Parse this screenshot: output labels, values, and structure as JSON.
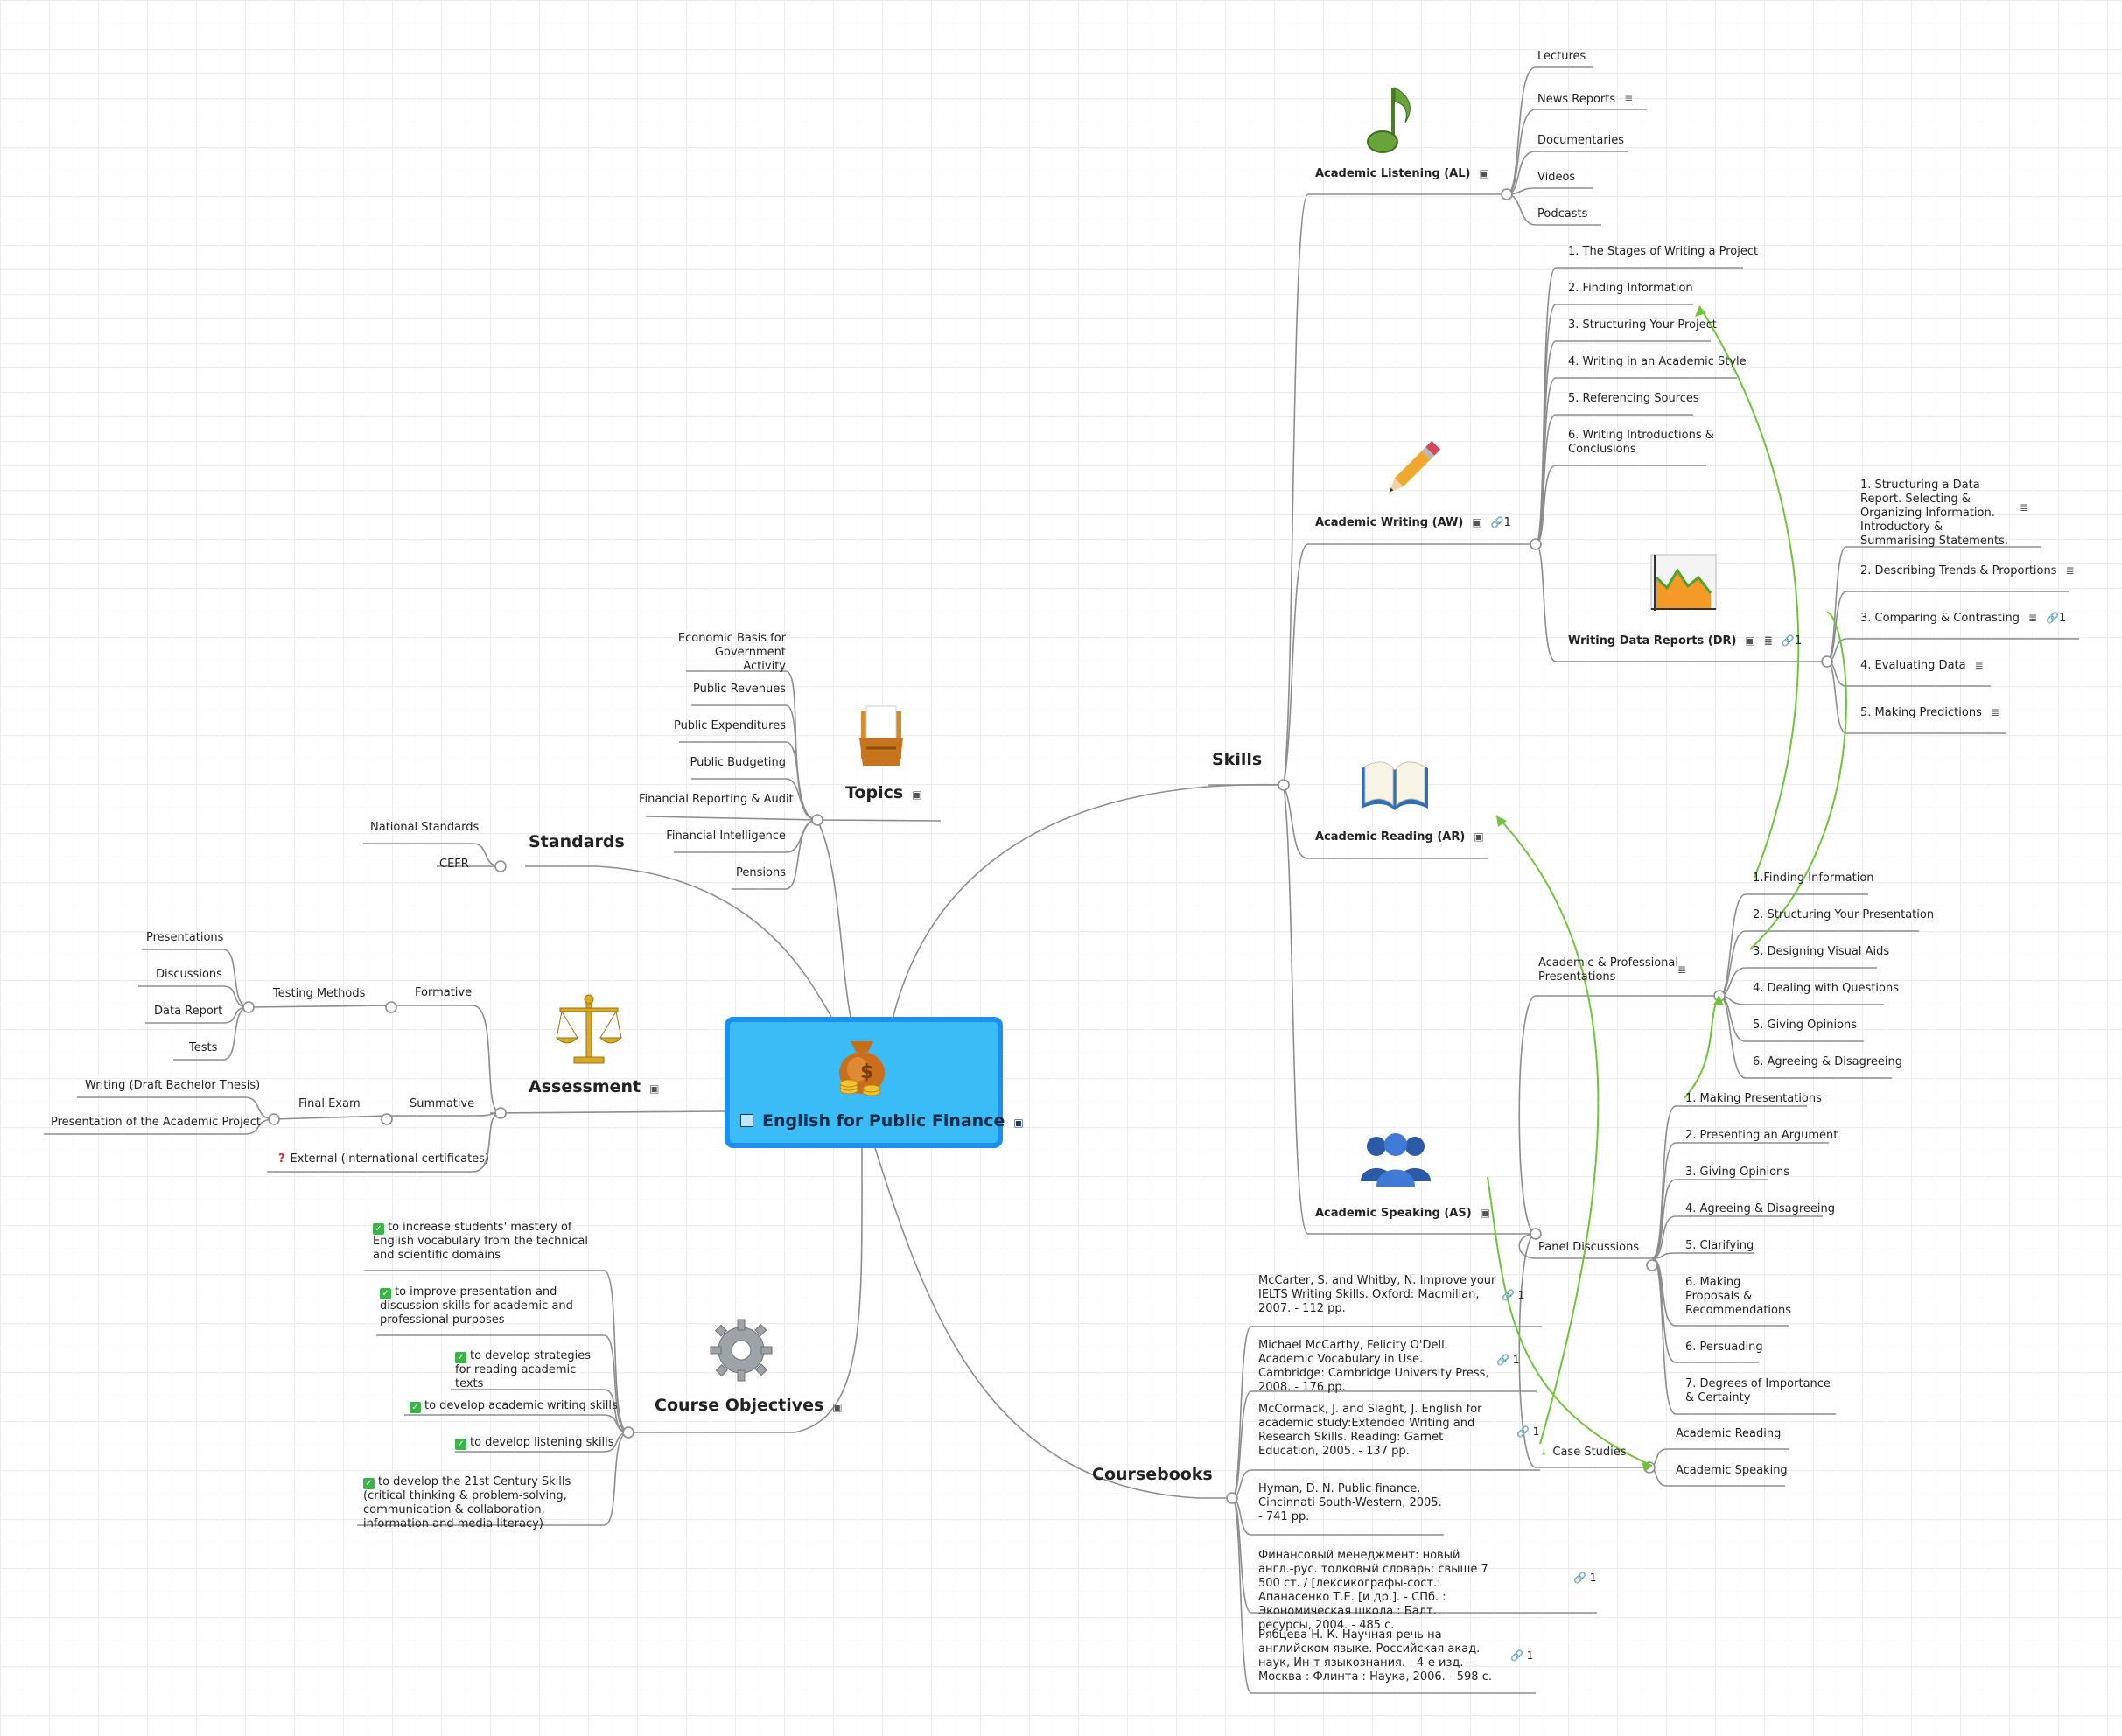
{
  "root": {
    "label": "English for Public Finance"
  },
  "standards": {
    "label": "Standards",
    "items": [
      "National Standards",
      "CEFR"
    ]
  },
  "topics": {
    "label": "Topics",
    "items": [
      "Economic Basis for Government Activity",
      "Public Revenues",
      "Public Expenditures",
      "Public Budgeting",
      "Financial Reporting & Audit",
      "Financial Intelligence",
      "Pensions"
    ]
  },
  "assessment": {
    "label": "Assessment",
    "formative": {
      "label": "Formative",
      "testing_methods": "Testing Methods",
      "items": [
        "Presentations",
        "Discussions",
        "Data Report",
        "Tests"
      ]
    },
    "summative": {
      "label": "Summative",
      "final_exam": "Final Exam",
      "items": [
        "Writing (Draft Bachelor Thesis)",
        "Presentation of the Academic Project"
      ]
    },
    "external": "External (international certificates)"
  },
  "objectives": {
    "label": "Course Objectives",
    "items": [
      "to increase students' mastery of English vocabulary from the technical and scientific domains",
      "to improve presentation and discussion skills for academic and professional purposes",
      "to develop strategies for reading academic texts",
      "to develop academic writing skills",
      "to develop listening skills",
      "to develop the 21st Century Skills (critical thinking & problem-solving, communication & collaboration, information and media literacy)"
    ]
  },
  "skills": {
    "label": "Skills",
    "listening": {
      "label": "Academic Listening (AL)",
      "items": [
        "Lectures",
        "News Reports",
        "Documentaries",
        "Videos",
        "Podcasts"
      ]
    },
    "writing": {
      "label": "Academic Writing (AW)",
      "link_count": "1",
      "items": [
        "1. The Stages of Writing a Project",
        "2. Finding Information",
        "3. Structuring Your Project",
        "4. Writing in an Academic Style",
        "5. Referencing Sources",
        "6. Writing Introductions & Conclusions"
      ],
      "data_reports": {
        "label": "Writing Data Reports (DR)",
        "link_count": "1",
        "items": [
          "1. Structuring a Data Report. Selecting & Organizing Information. Introductory & Summarising Statements.",
          "2. Describing Trends & Proportions",
          "3. Comparing & Contrasting",
          "4. Evaluating Data",
          "5. Making Predictions"
        ],
        "comparing_link_count": "1"
      }
    },
    "reading": {
      "label": "Academic Reading (AR)"
    },
    "speaking": {
      "label": "Academic Speaking (AS)",
      "presentations": {
        "label": "Academic & Professional Presentations",
        "items": [
          "1.Finding Information",
          "2. Structuring Your Presentation",
          "3. Designing Visual Aids",
          "4. Dealing with Questions",
          "5. Giving Opinions",
          "6. Agreeing & Disagreeing"
        ]
      },
      "panel": {
        "label": "Panel Discussions",
        "items": [
          "1. Making Presentations",
          "2. Presenting an Argument",
          "3. Giving Opinions",
          "4. Agreeing & Disagreeing",
          "5. Clarifying",
          "6. Making Proposals & Recommendations",
          "6. Persuading",
          "7. Degrees of Importance & Certainty"
        ]
      },
      "cases": {
        "label": "Case Studies",
        "items": [
          "Academic Reading",
          "Academic Speaking"
        ]
      }
    }
  },
  "coursebooks": {
    "label": "Coursebooks",
    "items": [
      {
        "text": "McCarter, S. and Whitby, N. Improve your IELTS Writing Skills. Oxford: Macmillan, 2007. - 112 pp.",
        "links": "1"
      },
      {
        "text": "Michael McCarthy, Felicity O'Dell. Academic Vocabulary in Use. Cambridge: Cambridge University Press, 2008. - 176 pp.",
        "links": "1"
      },
      {
        "text": "McCormack, J. and Slaght, J. English for academic study:Extended Writing and Research Skills. Reading: Garnet Education, 2005. - 137 pp.",
        "links": "1"
      },
      {
        "text": "Hyman, D. N. Public finance. Cincinnati South-Western, 2005. - 741 pp.",
        "links": ""
      },
      {
        "text": "Финансовый менеджмент: новый англ.-рус. толковый словарь: свыше 7 500 ст. / [лексикографы-сост.: Апанасенко Т.Е. [и др.]. - СПб. : Экономическая школа : Балт. ресурсы, 2004. - 485 с.",
        "links": "1"
      },
      {
        "text": "Рябцева Н. К. Научная речь на английском языке. Российская акад. наук, Ин-т языкознания. - 4-е изд. - Москва : Флинта : Наука, 2006. - 598 с.",
        "links": "1"
      }
    ]
  },
  "icons": [
    "money-bag-icon",
    "inbox-tray-icon",
    "scales-icon",
    "gear-icon",
    "music-note-icon",
    "pencil-icon",
    "chart-icon",
    "book-icon",
    "people-icon",
    "image-icon",
    "notes-icon",
    "link-icon"
  ],
  "colors": {
    "root_fill": "#3cbcf6",
    "root_border": "#1d90ee",
    "connector": "#8a8a8a",
    "relation_arrow": "#72c33a"
  }
}
